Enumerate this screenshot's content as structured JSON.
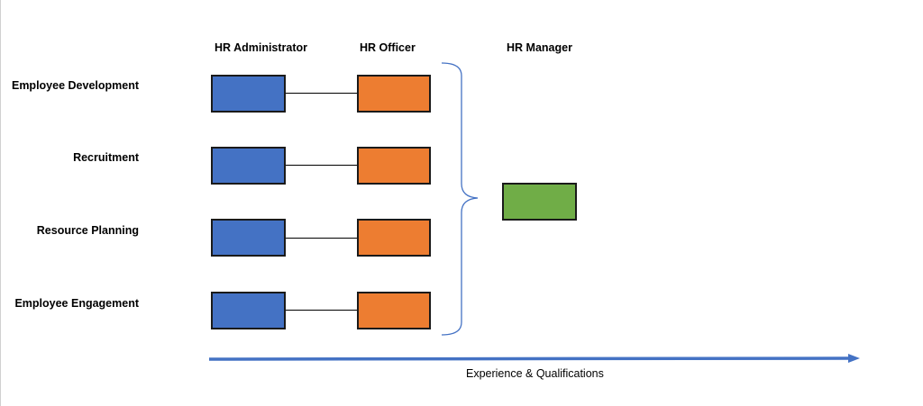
{
  "columns": {
    "admin": "HR Administrator",
    "officer": "HR Officer",
    "manager": "HR Manager"
  },
  "rows": [
    "Employee Development",
    "Recruitment",
    "Resource Planning",
    "Employee Engagement"
  ],
  "axis": {
    "label": "Experience & Qualifications"
  },
  "colors": {
    "admin": "#4472c4",
    "officer": "#ed7d31",
    "manager": "#70ad47",
    "bracket": "#4472c4",
    "arrow": "#4472c4"
  }
}
